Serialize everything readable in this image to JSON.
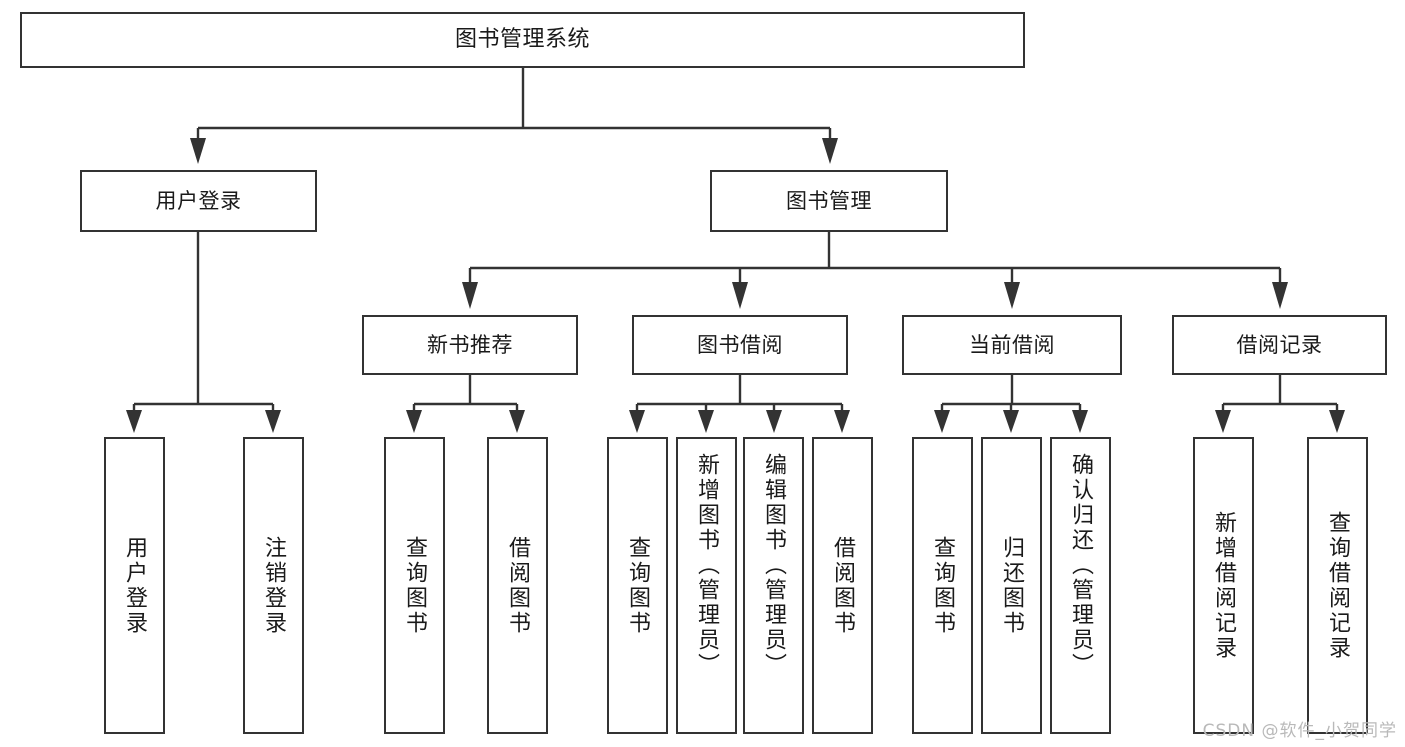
{
  "diagram": {
    "title": "图书管理系统",
    "type": "tree-hierarchy-chart",
    "levels": 4,
    "colors": {
      "box_border": "#333333",
      "box_fill": "#ffffff",
      "connector": "#333333",
      "text": "#1a1a1a",
      "watermark": "#b9b9b9",
      "background": "#ffffff"
    },
    "root": {
      "label": "图书管理系统"
    },
    "level2": [
      {
        "label": "用户登录"
      },
      {
        "label": "图书管理"
      }
    ],
    "level3": [
      {
        "label": "新书推荐"
      },
      {
        "label": "图书借阅"
      },
      {
        "label": "当前借阅"
      },
      {
        "label": "借阅记录"
      }
    ],
    "leaves": {
      "user_login": [
        {
          "label": "用户登录"
        },
        {
          "label": "注销登录"
        }
      ],
      "new_book_recommend": [
        {
          "label": "查询图书"
        },
        {
          "label": "借阅图书"
        }
      ],
      "book_borrow": [
        {
          "label": "查询图书"
        },
        {
          "label": "新增图书（管理员）"
        },
        {
          "label": "编辑图书（管理员）"
        },
        {
          "label": "借阅图书"
        }
      ],
      "current_borrow": [
        {
          "label": "查询图书"
        },
        {
          "label": "归还图书"
        },
        {
          "label": "确认归还（管理员）"
        }
      ],
      "borrow_record": [
        {
          "label": "新增借阅记录"
        },
        {
          "label": "查询借阅记录"
        }
      ]
    }
  },
  "watermark": {
    "text": "CSDN @软件_小贺同学"
  }
}
